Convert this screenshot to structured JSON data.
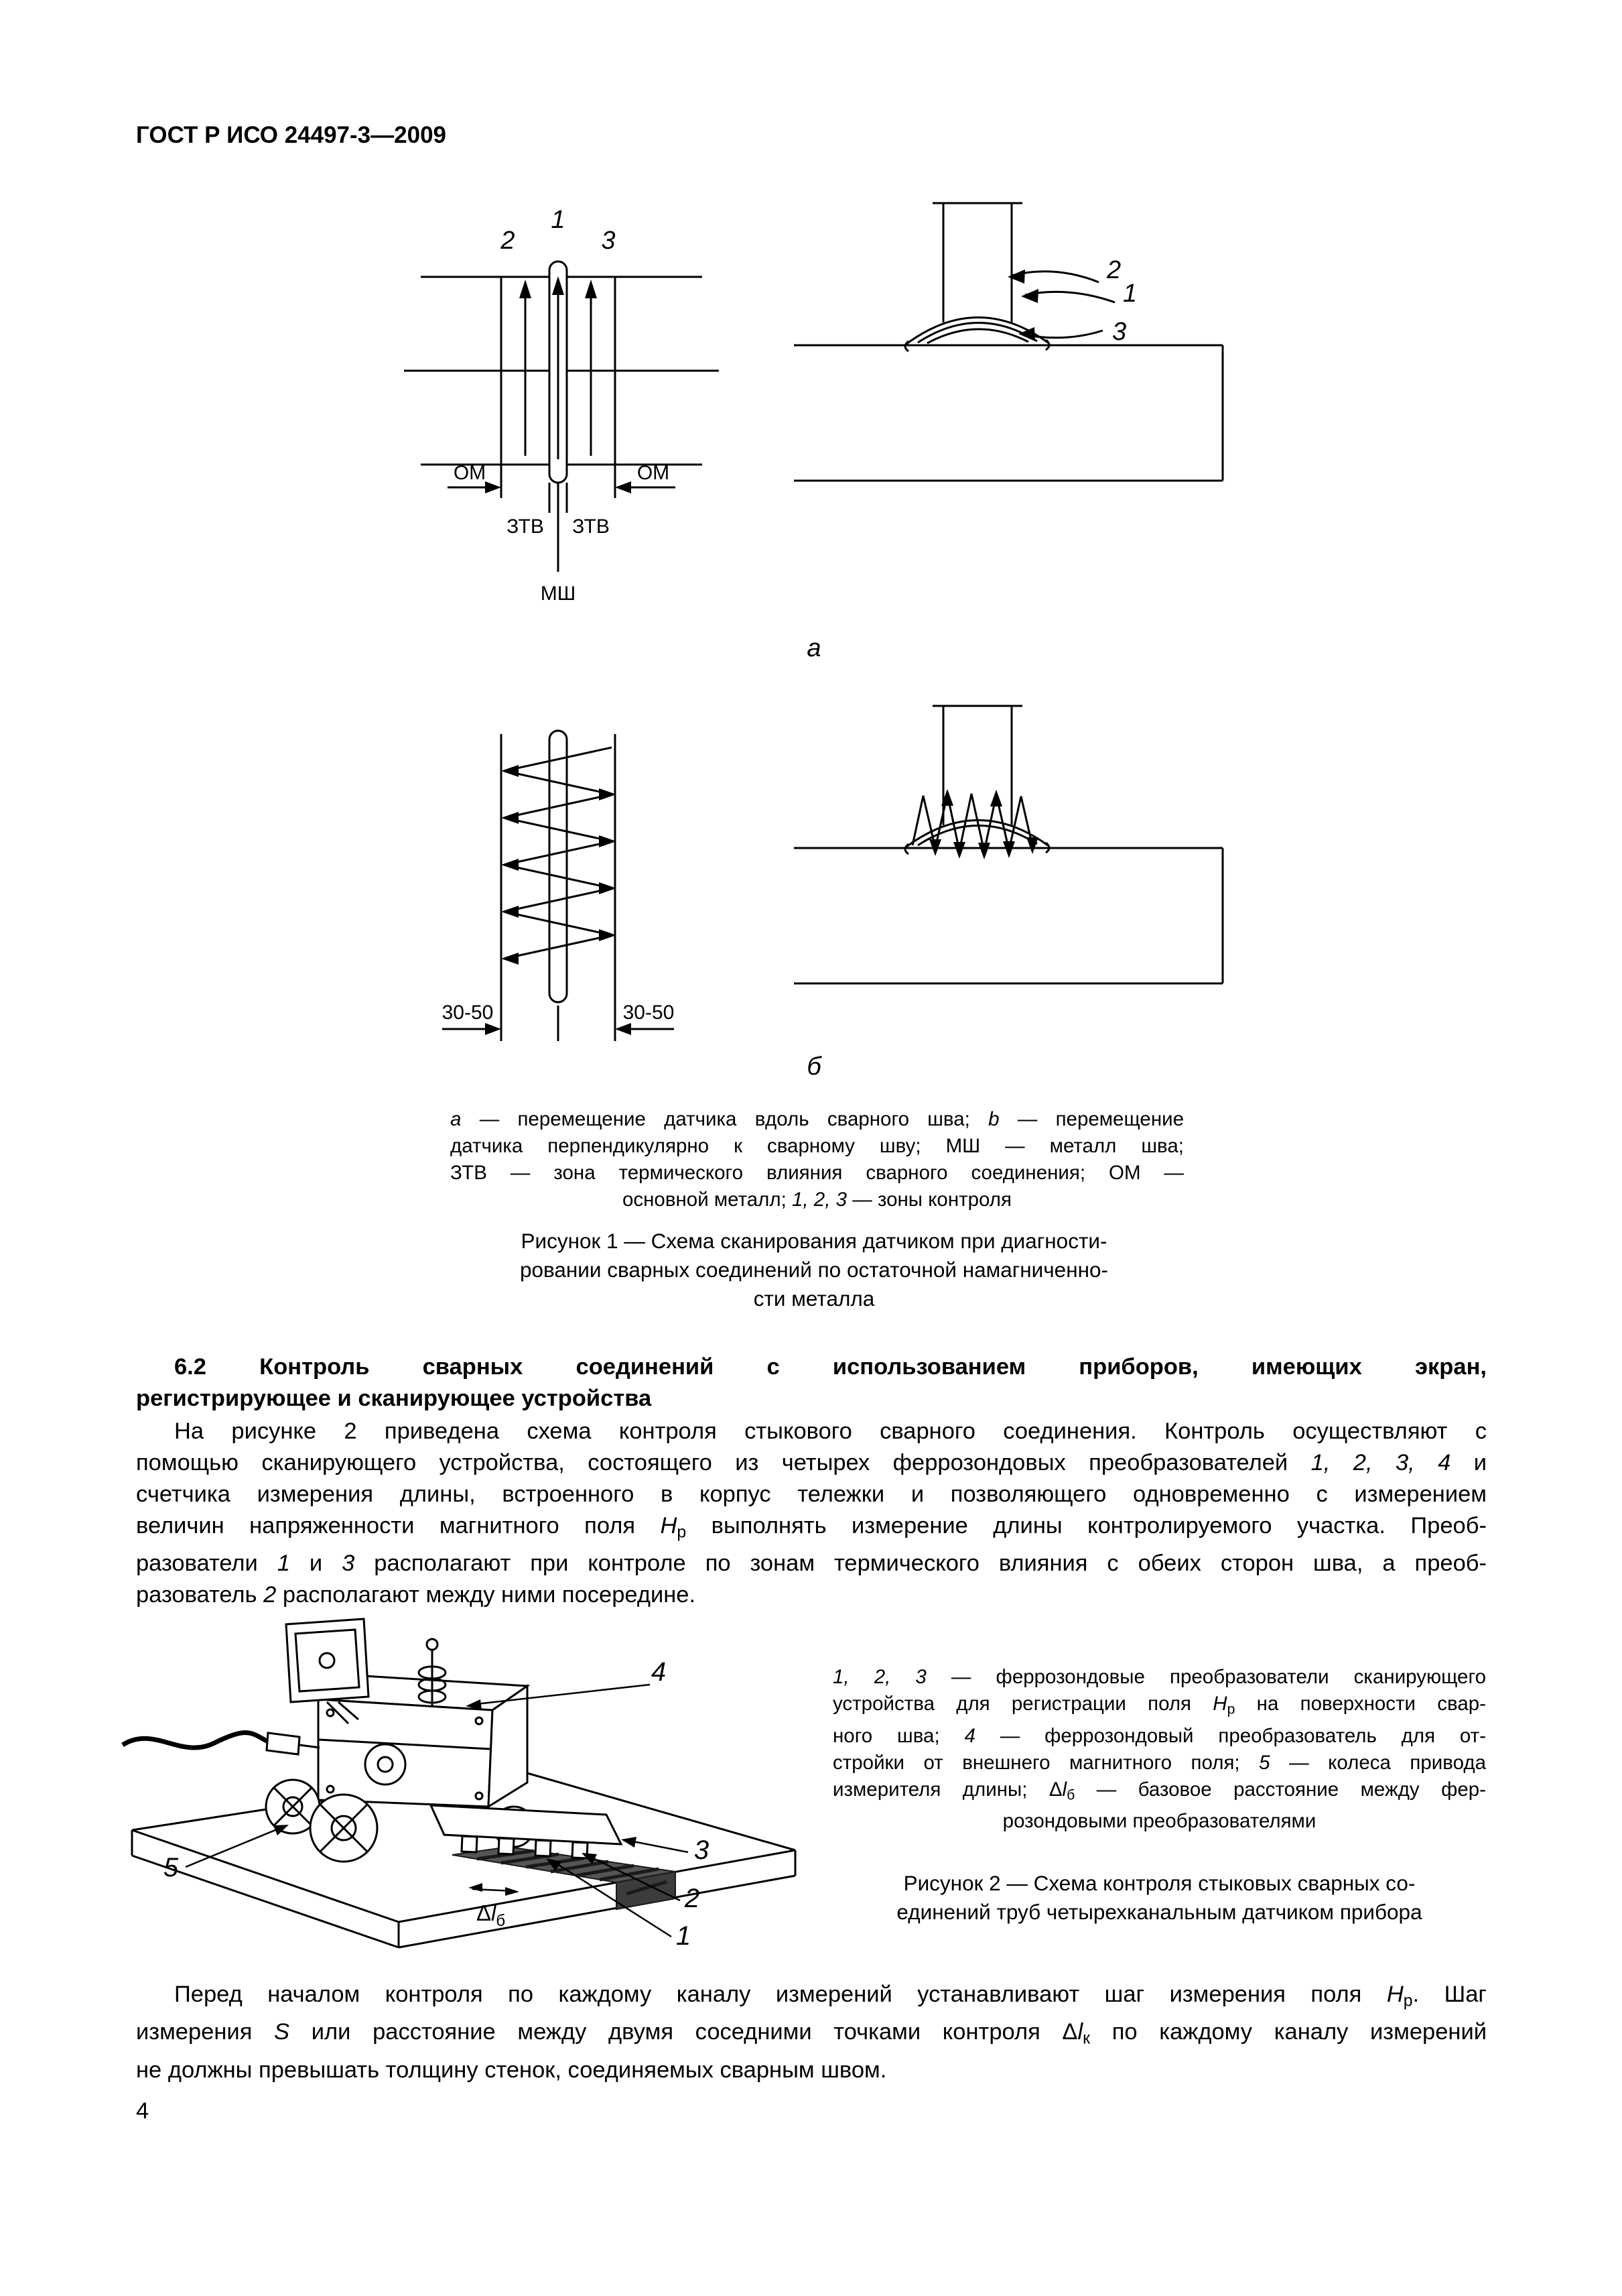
{
  "header": {
    "title": "ГОСТ Р ИСО 24497-3—2009"
  },
  "page_number": "4",
  "figure1": {
    "label_a": "а",
    "label_b": "б",
    "along": {
      "n1": "1",
      "n2": "2",
      "n3": "3",
      "om_left": "ОМ",
      "om_right": "ОМ",
      "ztv_left": "ЗТВ",
      "ztv_right": "ЗТВ",
      "msh": "МШ"
    },
    "across": {
      "dim_left": "30-50",
      "dim_right": "30-50"
    },
    "pipe": {
      "n1": "1",
      "n2": "2",
      "n3": "3"
    },
    "legend_lines": [
      [
        {
          "t": "а",
          "s": "i"
        },
        {
          "t": " — перемещение датчика вдоль сварного шва; "
        },
        {
          "t": "b",
          "s": "i"
        },
        {
          "t": " — перемещение"
        }
      ],
      [
        {
          "t": "датчика перпендикулярно к сварному шву; МШ — металл шва;"
        }
      ],
      [
        {
          "t": "ЗТВ — зона термического влияния сварного соединения; ОМ —"
        }
      ],
      [
        {
          "t": "основной металл; "
        },
        {
          "t": "1, 2, 3",
          "s": "i"
        },
        {
          "t": " — зоны контроля"
        }
      ]
    ],
    "title_lines": [
      "Рисунок 1 — Схема сканирования датчиком при диагности-",
      "ровании сварных соединений по остаточной намагниченно-",
      "сти металла"
    ]
  },
  "section62": {
    "heading_lines": [
      "6.2 Контроль сварных соединений с использованием приборов, имеющих экран,",
      "регистрирующее и сканирующее устройства"
    ],
    "para_lines": [
      [
        {
          "t": "На рисунке 2 приведена схема контроля стыкового сварного соединения. Контроль осуществляют с"
        }
      ],
      [
        {
          "t": "помощью сканирующего устройства, состоящего из четырех феррозондовых преобразователей "
        },
        {
          "t": "1, 2, 3, 4",
          "s": "i"
        },
        {
          "t": " и"
        }
      ],
      [
        {
          "t": "счетчика измерения длины, встроенного в корпус тележки и позволяющего одновременно с измерением"
        }
      ],
      [
        {
          "t": "величин напряженности магнитного поля "
        },
        {
          "t": "H",
          "s": "i"
        },
        {
          "t": "р",
          "s": "sub"
        },
        {
          "t": " выполнять измерение длины контролируемого участка. Преоб-"
        }
      ],
      [
        {
          "t": "разователи "
        },
        {
          "t": "1",
          "s": "i"
        },
        {
          "t": " и "
        },
        {
          "t": "3",
          "s": "i"
        },
        {
          "t": " располагают при контроле по зонам термического влияния с обеих сторон шва, а преоб-"
        }
      ],
      [
        {
          "t": "разователь "
        },
        {
          "t": "2",
          "s": "i"
        },
        {
          "t": " располагают между ними посередине."
        }
      ]
    ]
  },
  "figure2": {
    "callouts": {
      "n1": "1",
      "n2": "2",
      "n3": "3",
      "n4": "4",
      "n5": "5",
      "delta": "Δ",
      "ell": "l",
      "sub_b": "б"
    },
    "legend_lines": [
      [
        {
          "t": "1, 2, 3",
          "s": "i"
        },
        {
          "t": " — феррозондовые преобразователи сканирующего"
        }
      ],
      [
        {
          "t": "устройства для регистрации поля "
        },
        {
          "t": "H",
          "s": "i"
        },
        {
          "t": "р",
          "s": "sub"
        },
        {
          "t": " на поверхности свар-"
        }
      ],
      [
        {
          "t": "ного шва; "
        },
        {
          "t": "4",
          "s": "i"
        },
        {
          "t": " — феррозондовый преобразователь для от-"
        }
      ],
      [
        {
          "t": "стройки от внешнего магнитного поля; "
        },
        {
          "t": "5",
          "s": "i"
        },
        {
          "t": " — колеса привода"
        }
      ],
      [
        {
          "t": "измерителя длины; Δ"
        },
        {
          "t": "l",
          "s": "i"
        },
        {
          "t": "б",
          "s": "sub"
        },
        {
          "t": " — базовое расстояние между фер-"
        }
      ],
      [
        {
          "t": "розондовыми преобразователями"
        }
      ]
    ],
    "title_lines": [
      "Рисунок 2 — Схема контроля стыковых сварных со-",
      "единений труб четырехканальным датчиком прибора"
    ]
  },
  "closing_para_lines": [
    [
      {
        "t": "Перед началом контроля по каждому каналу измерений устанавливают шаг измерения поля "
      },
      {
        "t": "H",
        "s": "i"
      },
      {
        "t": "р",
        "s": "sub"
      },
      {
        "t": ". Шаг"
      }
    ],
    [
      {
        "t": "измерения "
      },
      {
        "t": "S",
        "s": "i"
      },
      {
        "t": " или расстояние между двумя соседними точками контроля Δ"
      },
      {
        "t": "l",
        "s": "i"
      },
      {
        "t": "к",
        "s": "sub"
      },
      {
        "t": " по каждому каналу измерений"
      }
    ],
    [
      {
        "t": "не должны превышать толщину стенок, соединяемых сварным швом."
      }
    ]
  ]
}
